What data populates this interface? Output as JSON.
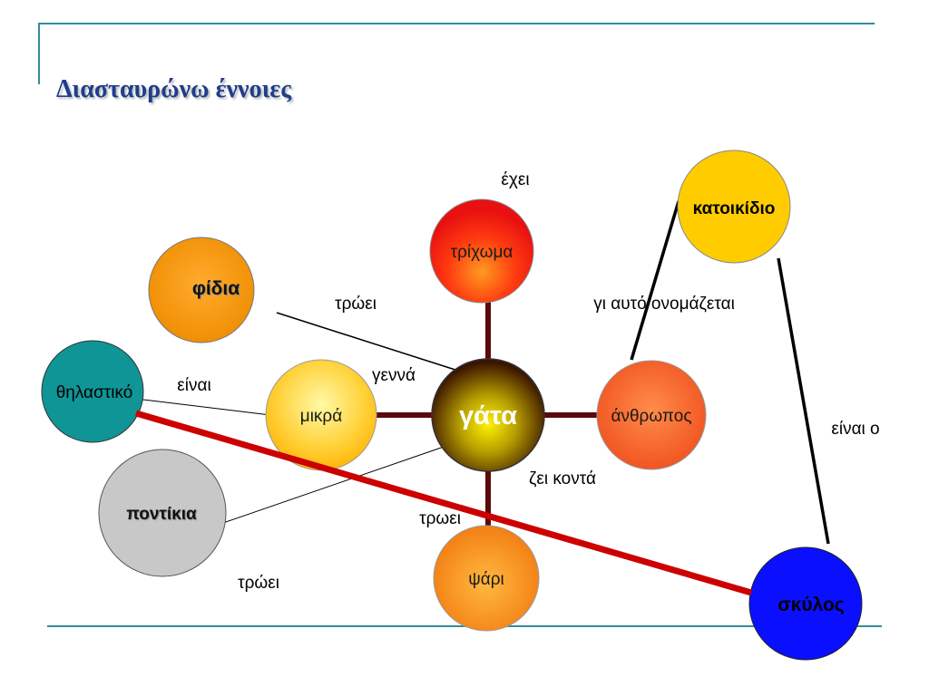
{
  "title": "Διασταυρώνω έννοιες",
  "nodes": {
    "gata": "γάτα",
    "trichoma": "τρίχωμα",
    "fidia": "φίδια",
    "thilastiko": "θηλαστικό",
    "mikra": "μικρά",
    "pontikia": "ποντίκια",
    "psari": "ψάρι",
    "anthropos": "άνθρωπος",
    "katoikidio": "κατοικίδιο",
    "skylos": "σκύλος"
  },
  "labels": {
    "echei": "έχει",
    "troei_fidia": "τρώει",
    "ginetai": "γι αυτό ονομάζεται",
    "einai": "είναι",
    "genna": "γεννά",
    "einai_o": "είναι ο",
    "zei_konta": "ζει κοντά",
    "troei_psari": "τρωει",
    "troei_pontikia": "τρώει"
  },
  "colors": {
    "accent_rule": "#2f8f9a",
    "title": "#1f3d8a",
    "spoke": "#5a0a0a",
    "red_link": "#cc0000"
  }
}
